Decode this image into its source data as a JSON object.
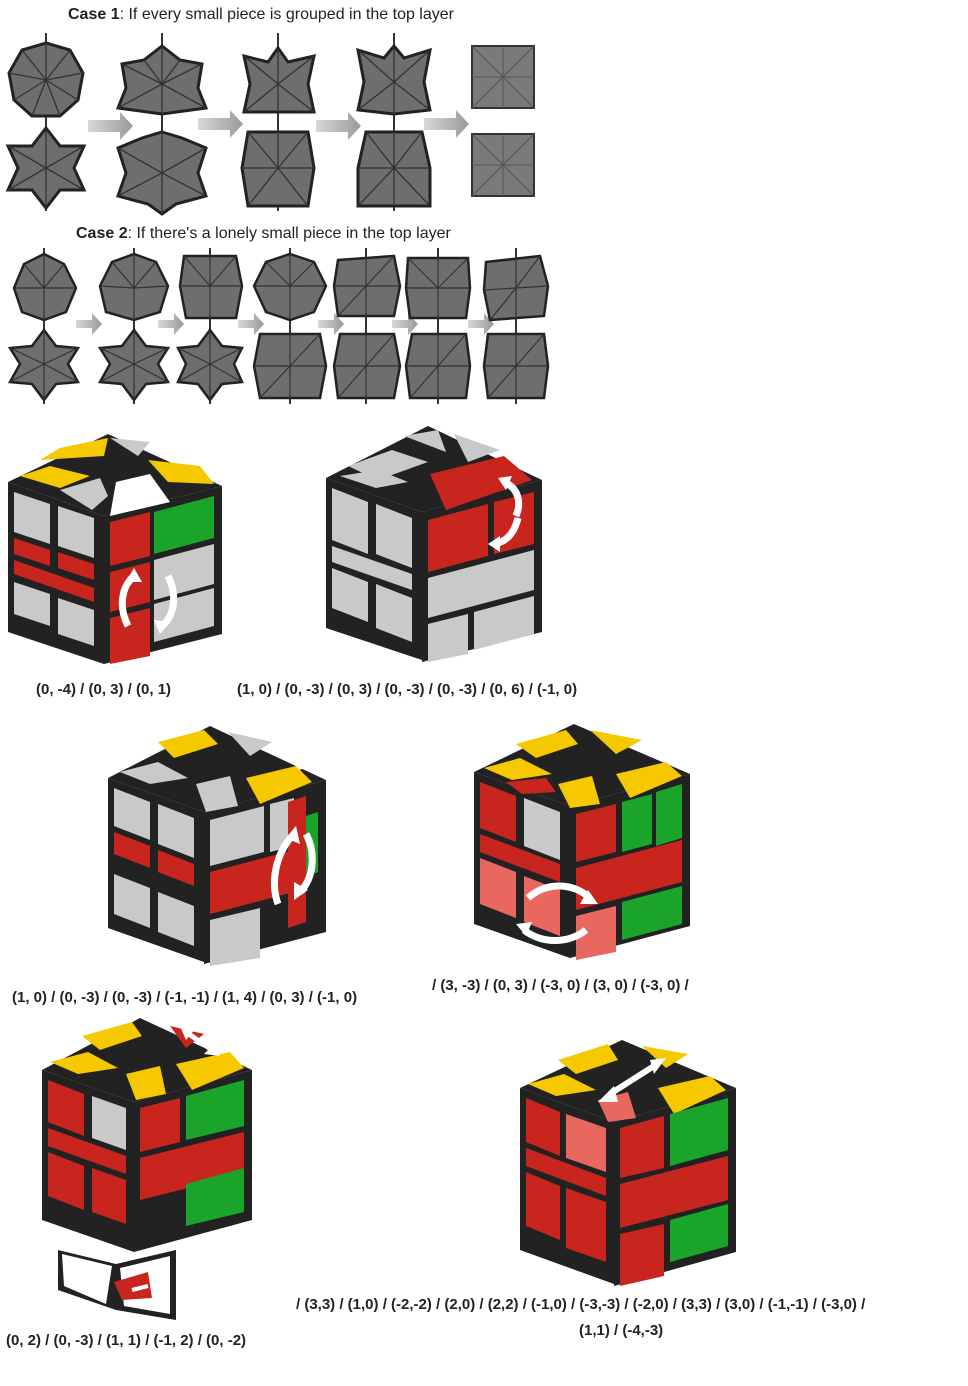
{
  "case1": {
    "label": "Case 1",
    "text": ": If every small piece is grouped in the top layer"
  },
  "case2": {
    "label": "Case 2",
    "text": ": If there's a lonely small piece in the top layer"
  },
  "captions": {
    "c1": "(0, -4) / (0, 3) / (0, 1)",
    "c2": "(1, 0) / (0, -3) / (0, 3) / (0, -3) / (0, -3) / (0, 6) / (-1, 0)",
    "c3": "(1, 0) / (0, -3) / (0, -3) / (-1, -1) / (1, 4) / (0, 3) / (-1, 0)",
    "c4": "/ (3, -3) / (0, 3) / (-3, 0) / (3, 0) / (-3, 0) /",
    "c5": "(0, 2) / (0, -3) / (1, 1) / (-1, 2) / (0, -2)",
    "c6_line1": "/ (3,3) / (1,0) / (-2,-2) / (2,0) / (2,2) / (-1,0) / (-3,-3) / (-2,0) / (3,3) / (3,0) / (-1,-1) / (-3,0) /",
    "c6_line2": "(1,1) / (-4,-3)"
  },
  "colors": {
    "piece_gray": "#6e6e6e",
    "arrow_gray": "#a6a6a6",
    "yellow": "#f5c800",
    "red": "#c8251f",
    "green": "#1aa52a",
    "light_gray": "#c9c9c9",
    "white": "#ffffff"
  }
}
